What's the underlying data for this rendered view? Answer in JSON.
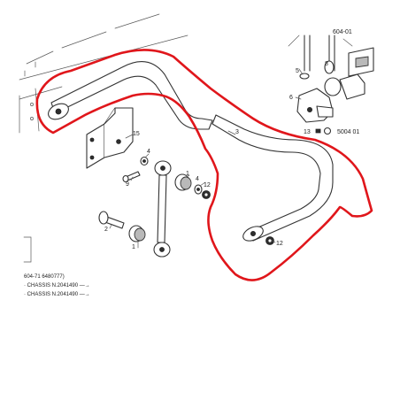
{
  "callouts": {
    "c15": "15",
    "c4a": "4",
    "c9": "9",
    "c1a": "1",
    "c4b": "4",
    "c12a": "12",
    "c2": "2",
    "c1b": "1",
    "c3": "3",
    "c12b": "12",
    "c5": "5",
    "c6": "6",
    "c13": "13",
    "c8": "8",
    "c5004": "5004 01",
    "c604": "604-01"
  },
  "notes": {
    "line1": "604-71 6480777)",
    "line2": "· CHASSIS N.2041490 —→",
    "line3": "· CHASSIS N.2041490 —→"
  },
  "colors": {
    "highlight": "#e0161b",
    "ink": "#333333"
  }
}
